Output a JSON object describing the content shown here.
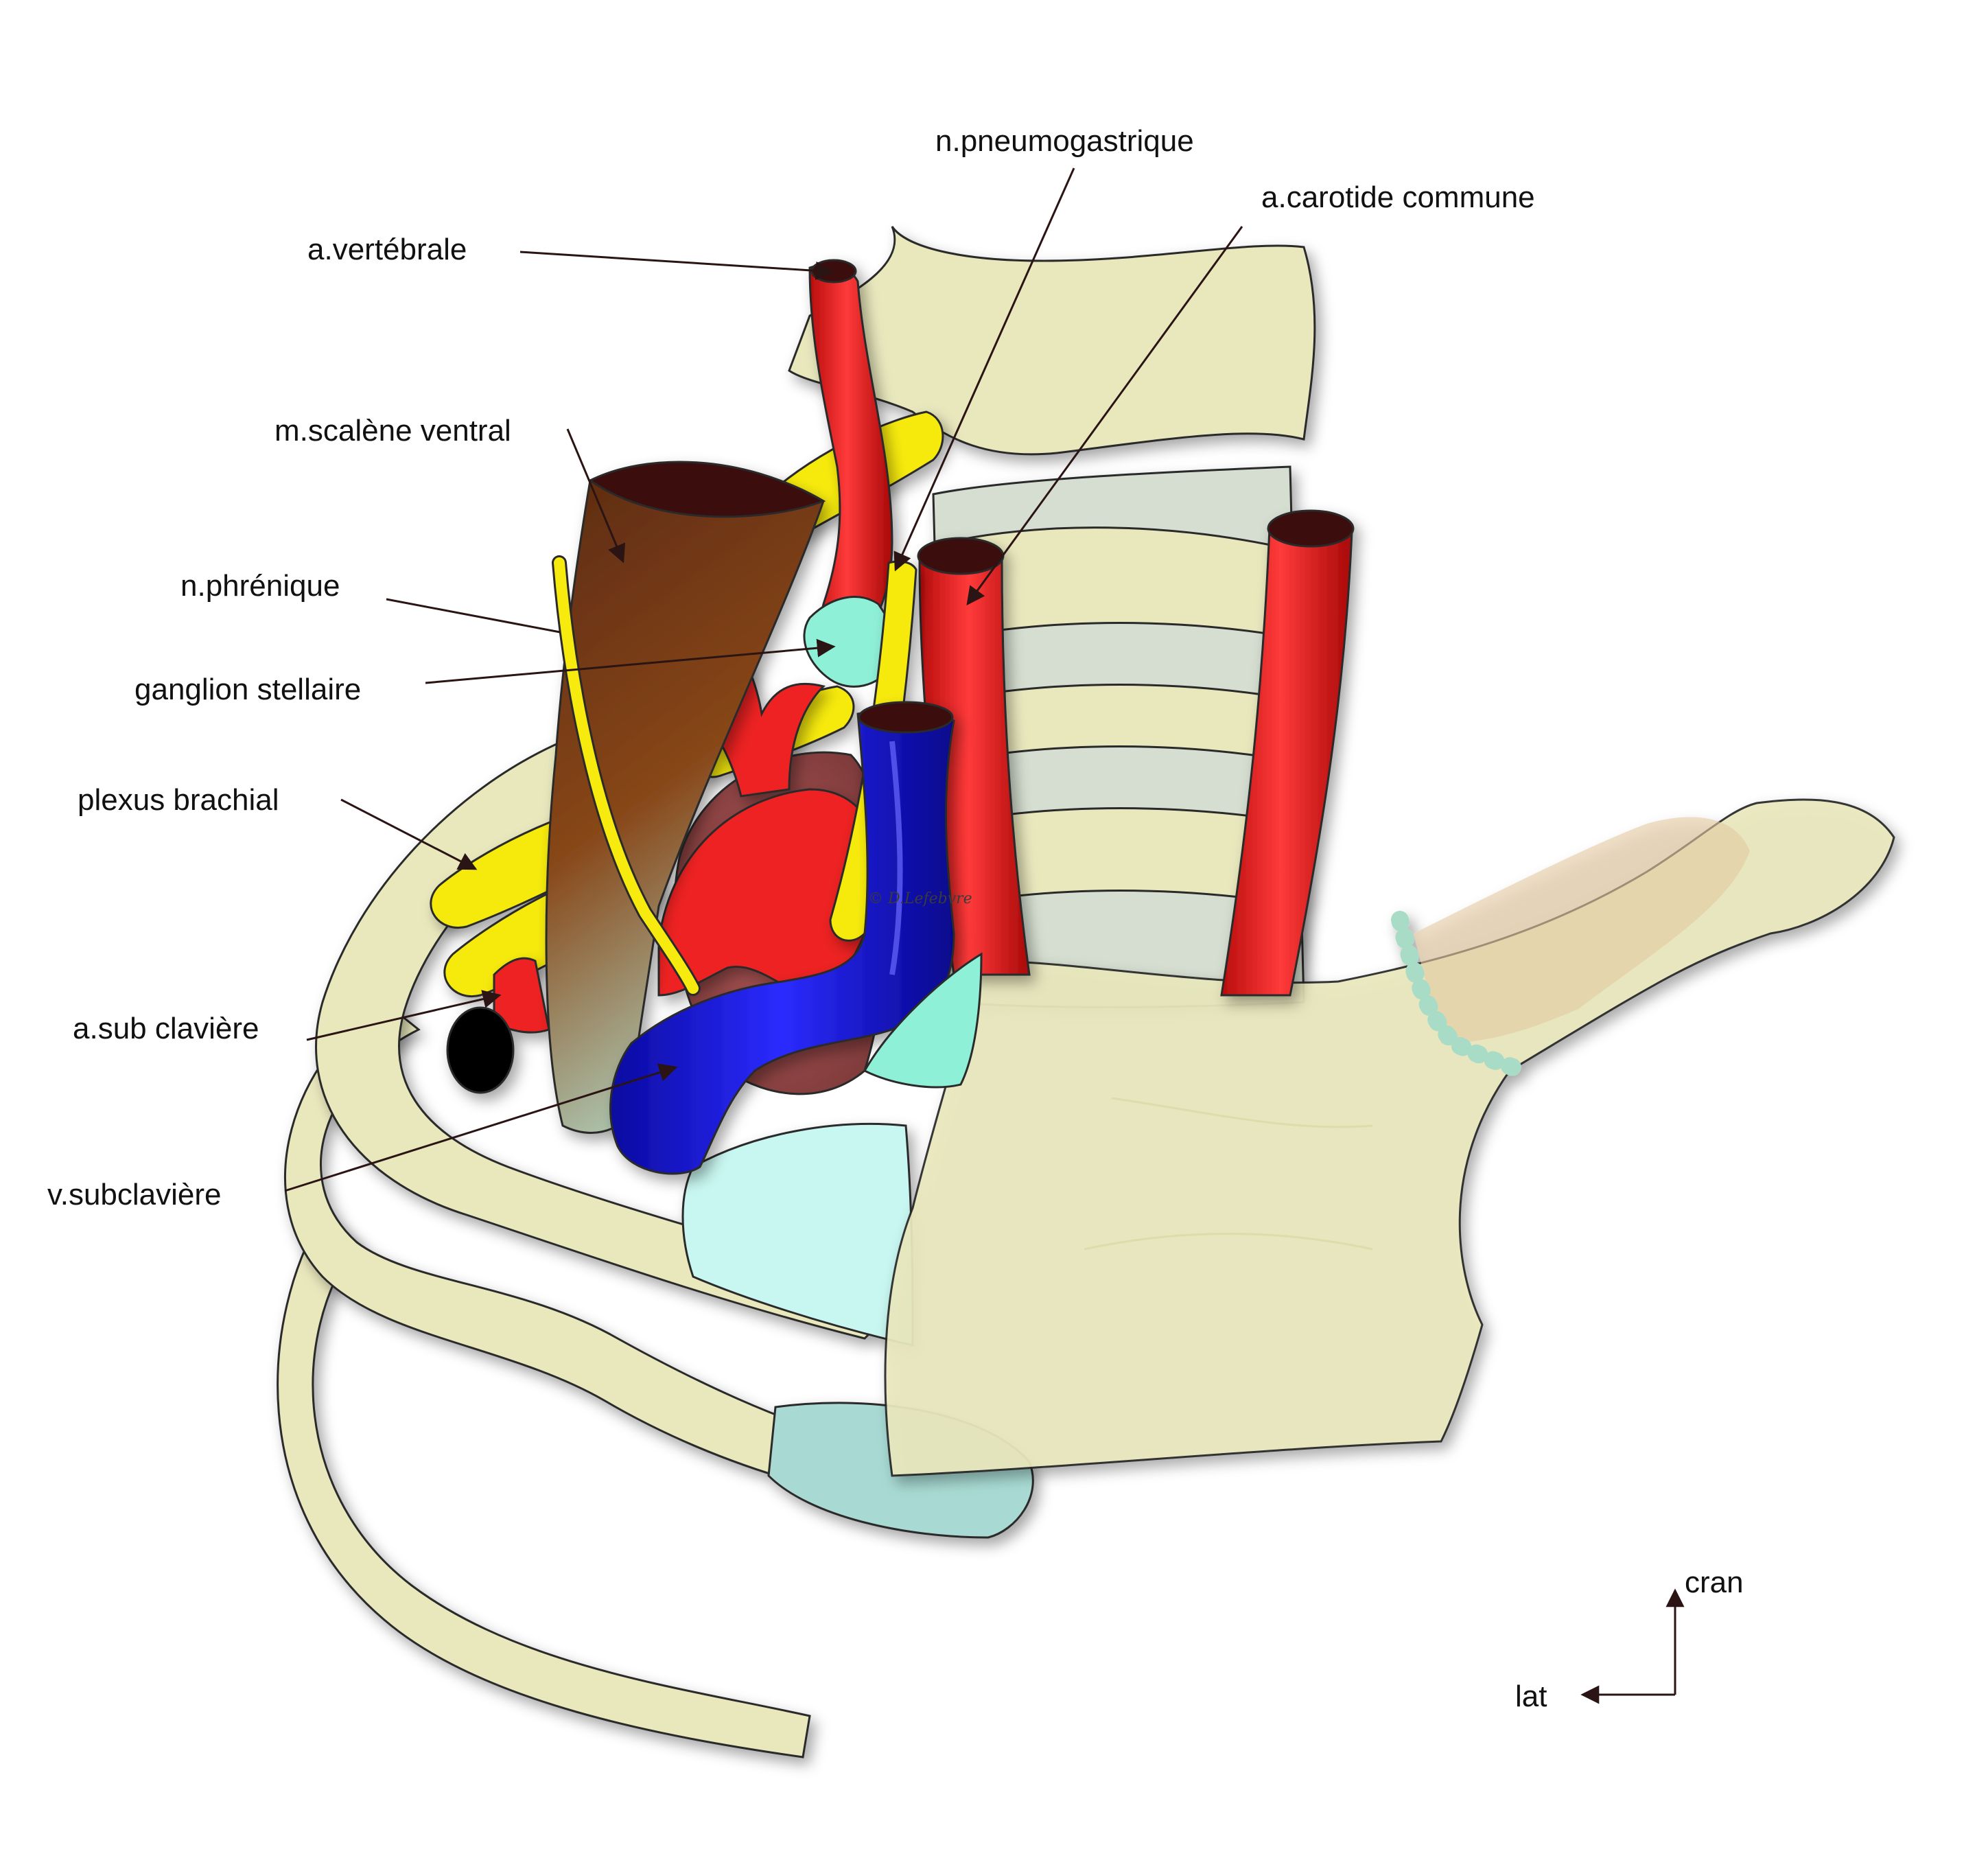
{
  "labels": {
    "vertebral_artery": "a.vertébrale",
    "vagus_nerve": "n.pneumogastrique",
    "common_carotid": "a.carotide commune",
    "scalenus_anterior": "m.scalène ventral",
    "phrenic_nerve": "n.phrénique",
    "stellate_ganglion": "ganglion stellaire",
    "brachial_plexus": "plexus brachial",
    "subclavian_artery": "a.sub clavière",
    "subclavian_vein": "v.subclavière"
  },
  "orientation": {
    "cranial": "cran",
    "lateral": "lat"
  },
  "signature": "© D.Lefebvre",
  "colors": {
    "bone": "#e9e8bd",
    "disc": "#d5ded0",
    "cartilage": "#c8f6f0",
    "artery": "#ee2222",
    "vein": "#1010d8",
    "nerve": "#f6ea0f",
    "muscle": "#7a3c18",
    "ganglion": "#8ff0d8"
  }
}
